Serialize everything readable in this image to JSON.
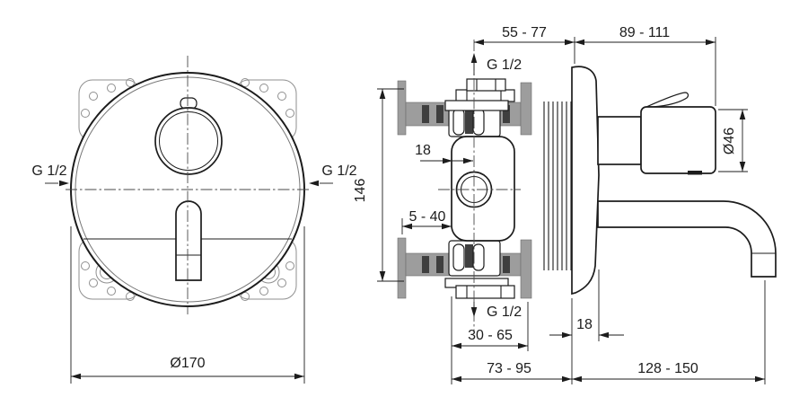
{
  "front_view": {
    "inlet_left_label": "G 1/2",
    "inlet_right_label": "G 1/2",
    "plate_diameter_label": "Ø170"
  },
  "side_view": {
    "dim_handle_to_wall": "55 - 77",
    "dim_handle_projection": "89 - 111",
    "inlet_top_label": "G 1/2",
    "outlet_bottom_label": "G 1/2",
    "dim_face_to_center": "18",
    "dim_vertical_span": "146",
    "dim_wall_thickness": "5 - 40",
    "handle_diameter_label": "Ø46",
    "dim_outlet_depth": "30 - 65",
    "dim_trim_depth": "18",
    "dim_rough_in_depth": "73 - 95",
    "dim_spout_reach": "128 - 150"
  },
  "colors": {
    "line": "#1c1c1c",
    "thin_line": "#8f8f8f",
    "wall_fill": "#9d9d9d",
    "wall_dark": "#3f3f3f",
    "background": "#ffffff"
  }
}
